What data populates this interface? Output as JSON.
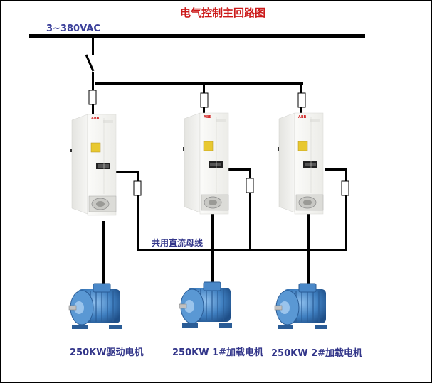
{
  "title": "电气控制主回路图",
  "supply_label": "3~380VAC",
  "dc_bus_label": "共用直流母线",
  "drives": [
    {
      "brand": "ABB"
    },
    {
      "brand": "ABB"
    },
    {
      "brand": "ABB"
    }
  ],
  "motors": [
    {
      "label": "250KW驱动电机"
    },
    {
      "label": "250KW 1#加载电机"
    },
    {
      "label": "250KW 2#加载电机"
    }
  ],
  "colors": {
    "title": "#cc1a1a",
    "label": "#33368a",
    "motor": "#3f7fc0",
    "line": "#000000"
  }
}
